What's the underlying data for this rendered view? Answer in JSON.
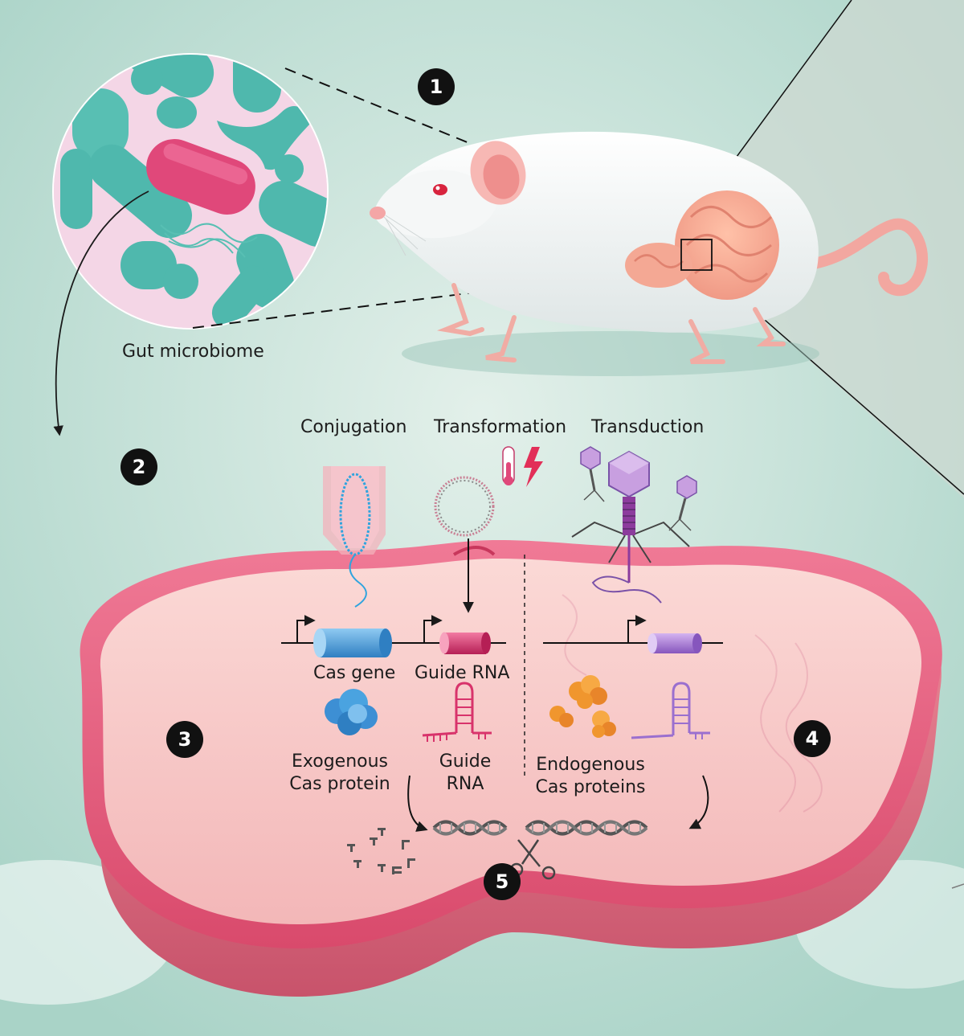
{
  "labels": {
    "gut_microbiome": "Gut microbiome",
    "conjugation": "Conjugation",
    "transformation": "Transformation",
    "transduction": "Transduction",
    "cas_gene": "Cas gene",
    "guide_rna_gene": "Guide RNA",
    "exogenous_line1": "Exogenous",
    "exogenous_line2": "Cas protein",
    "guide_line1": "Guide",
    "guide_line2": "RNA",
    "endogenous_line1": "Endogenous",
    "endogenous_line2": "Cas proteins"
  },
  "steps": [
    "1",
    "2",
    "3",
    "4",
    "5"
  ],
  "colors": {
    "background": "#c5e2d7",
    "cell_wall": "#e8557a",
    "cell_interior": "#f7c9c9",
    "microbe_teal": "#4fb8ad",
    "microbe_pink": "#e0487a",
    "cas_gene_blue": "#4aa3e0",
    "guide_gene_pink": "#d8336b",
    "endogenous_purple": "#a77ad4",
    "protein_orange": "#f0962e",
    "badge": "#111111"
  },
  "icons": [
    "mouse-illustration",
    "thermometer-icon",
    "lightning-icon",
    "bacteriophage-icon",
    "scissors-icon",
    "plasmid-icon",
    "dna-helix-icon"
  ]
}
